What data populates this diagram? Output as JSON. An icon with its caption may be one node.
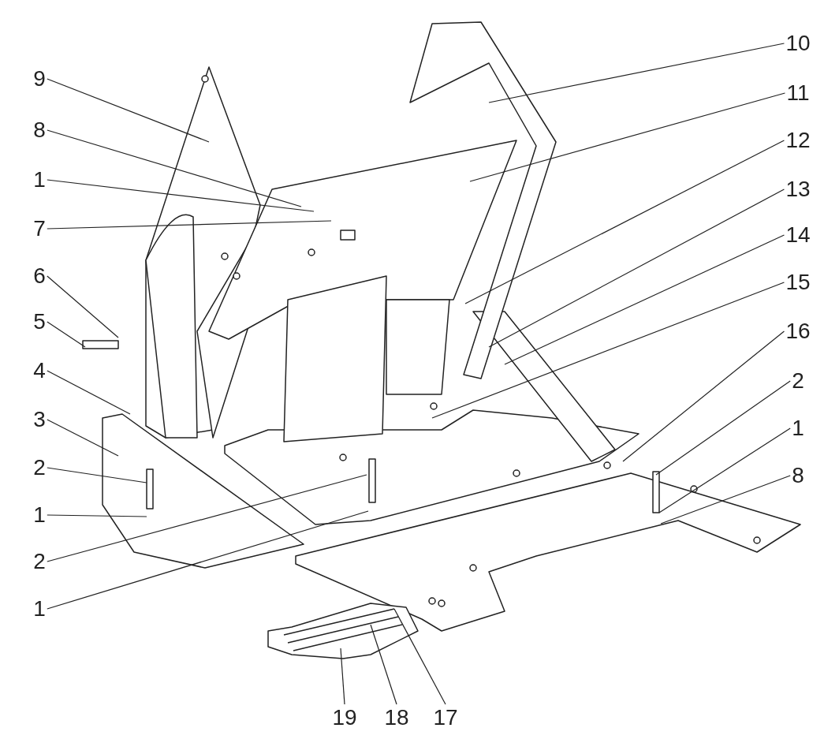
{
  "diagram": {
    "nodes": [
      {
        "text": [
          "9"
        ]
      },
      {
        "text": [
          "8"
        ]
      },
      {
        "text": [
          "1"
        ]
      },
      {
        "text": [
          "7"
        ]
      },
      {
        "text": [
          "6"
        ]
      },
      {
        "text": [
          "5"
        ]
      },
      {
        "text": [
          "4"
        ]
      },
      {
        "text": [
          "3"
        ]
      },
      {
        "text": [
          "2"
        ]
      },
      {
        "text": [
          "1"
        ]
      },
      {
        "text": [
          "2"
        ]
      },
      {
        "text": [
          "1"
        ]
      },
      {
        "text": [
          "10"
        ]
      },
      {
        "text": [
          "11"
        ]
      },
      {
        "text": [
          "12"
        ]
      },
      {
        "text": [
          "13"
        ]
      },
      {
        "text": [
          "14"
        ]
      },
      {
        "text": [
          "15"
        ]
      },
      {
        "text": [
          "16"
        ]
      },
      {
        "text": [
          "2"
        ]
      },
      {
        "text": [
          "1"
        ]
      },
      {
        "text": [
          "8"
        ]
      },
      {
        "text": [
          "19"
        ]
      },
      {
        "text": [
          "18"
        ]
      },
      {
        "text": [
          "17"
        ]
      }
    ],
    "edges": [
      {
        "from": 0,
        "to": null,
        "arrow": "none"
      },
      {
        "from": 1,
        "to": null,
        "arrow": "none"
      },
      {
        "from": 2,
        "to": null,
        "arrow": "none"
      },
      {
        "from": 3,
        "to": null,
        "arrow": "none"
      },
      {
        "from": 4,
        "to": null,
        "arrow": "none"
      },
      {
        "from": 5,
        "to": null,
        "arrow": "none"
      },
      {
        "from": 6,
        "to": null,
        "arrow": "none"
      },
      {
        "from": 7,
        "to": null,
        "arrow": "none"
      },
      {
        "from": 8,
        "to": null,
        "arrow": "none"
      },
      {
        "from": 9,
        "to": null,
        "arrow": "none"
      },
      {
        "from": 10,
        "to": null,
        "arrow": "none"
      },
      {
        "from": 11,
        "to": null,
        "arrow": "none"
      },
      {
        "from": 12,
        "to": null,
        "arrow": "none"
      },
      {
        "from": 13,
        "to": null,
        "arrow": "none"
      },
      {
        "from": 14,
        "to": null,
        "arrow": "none"
      },
      {
        "from": 15,
        "to": null,
        "arrow": "none"
      },
      {
        "from": 16,
        "to": null,
        "arrow": "none"
      },
      {
        "from": 17,
        "to": null,
        "arrow": "none"
      },
      {
        "from": 18,
        "to": null,
        "arrow": "none"
      },
      {
        "from": 19,
        "to": null,
        "arrow": "none"
      },
      {
        "from": 20,
        "to": null,
        "arrow": "none"
      },
      {
        "from": 21,
        "to": null,
        "arrow": "none"
      },
      {
        "from": 22,
        "to": null,
        "arrow": "none"
      },
      {
        "from": 23,
        "to": null,
        "arrow": "none"
      },
      {
        "from": 24,
        "to": null,
        "arrow": "none"
      }
    ]
  }
}
